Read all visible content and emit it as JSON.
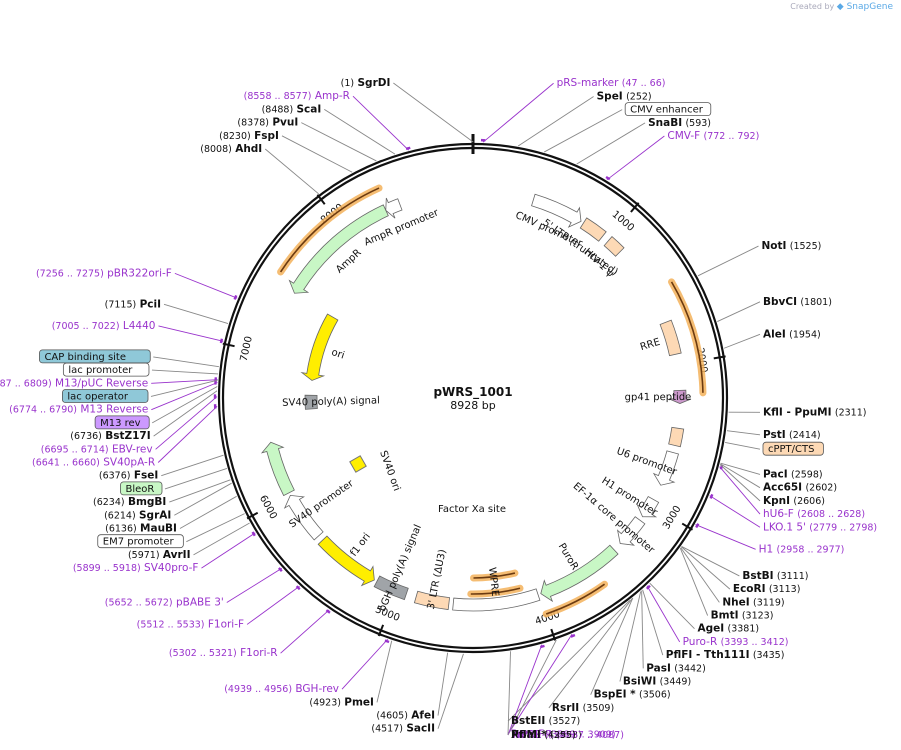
{
  "branding": {
    "created_by": "Created by",
    "app": "SnapGene"
  },
  "plasmid": {
    "name": "pWRS_1001",
    "length_label": "8928 bp",
    "length": 8928
  },
  "colors": {
    "enzyme": "#111111",
    "primer": "#9933cc",
    "backbone": "#111111",
    "promoter": "#ffffff",
    "green": "#c8f7c5",
    "yellow": "#ffee00",
    "peach": "#fdd9b5",
    "orange_hl": "#f3b25a",
    "grey": "#a0a4a8",
    "blue": "#8fc8d8",
    "purple": "#cc99ff"
  },
  "ticks": [
    {
      "bp": 1000,
      "label": "1000"
    },
    {
      "bp": 2000,
      "label": "2000"
    },
    {
      "bp": 3000,
      "label": "3000"
    },
    {
      "bp": 4000,
      "label": "4000"
    },
    {
      "bp": 5000,
      "label": "5000"
    },
    {
      "bp": 6000,
      "label": "6000"
    },
    {
      "bp": 7000,
      "label": "7000"
    },
    {
      "bp": 8000,
      "label": "8000"
    }
  ],
  "labels": [
    {
      "kind": "enzyme",
      "name": "SgrDI",
      "pos": "(1)",
      "side": "left",
      "bp": 1
    },
    {
      "kind": "primer",
      "name": "pRS-marker",
      "pos": "(47 .. 66)",
      "side": "right",
      "bp": 56
    },
    {
      "kind": "enzyme",
      "name": "SpeI",
      "pos": "(252)",
      "side": "right",
      "bp": 252
    },
    {
      "kind": "boxed",
      "name": "CMV enhancer",
      "pos": "",
      "side": "right",
      "bp": 400
    },
    {
      "kind": "enzyme",
      "name": "SnaBI",
      "pos": "(593)",
      "side": "right",
      "bp": 593
    },
    {
      "kind": "primer",
      "name": "CMV-F",
      "pos": "(772 .. 792)",
      "side": "right",
      "bp": 782
    },
    {
      "kind": "enzyme",
      "name": "NotI",
      "pos": "(1525)",
      "side": "right",
      "bp": 1525
    },
    {
      "kind": "enzyme",
      "name": "BbvCI",
      "pos": "(1801)",
      "side": "right",
      "bp": 1801
    },
    {
      "kind": "enzyme",
      "name": "AleI",
      "pos": "(1954)",
      "side": "right",
      "bp": 1954
    },
    {
      "kind": "enzyme",
      "name": "KflI  -  PpuMI",
      "pos": "(2311)",
      "side": "right",
      "bp": 2311
    },
    {
      "kind": "enzyme",
      "name": "PstI",
      "pos": "(2414)",
      "side": "right",
      "bp": 2414
    },
    {
      "kind": "boxed-peach",
      "name": "cPPT/CTS",
      "pos": "",
      "side": "right",
      "bp": 2480
    },
    {
      "kind": "enzyme",
      "name": "PacI",
      "pos": "(2598)",
      "side": "right",
      "bp": 2598
    },
    {
      "kind": "enzyme",
      "name": "Acc65I",
      "pos": "(2602)",
      "side": "right",
      "bp": 2602
    },
    {
      "kind": "enzyme",
      "name": "KpnI",
      "pos": "(2606)",
      "side": "right",
      "bp": 2606
    },
    {
      "kind": "primer",
      "name": "hU6-F",
      "pos": "(2608 .. 2628)",
      "side": "right",
      "bp": 2618
    },
    {
      "kind": "primer",
      "name": "LKO.1 5'",
      "pos": "(2779 .. 2798)",
      "side": "right",
      "bp": 2788
    },
    {
      "kind": "primer",
      "name": "H1",
      "pos": "(2958 .. 2977)",
      "side": "right",
      "bp": 2967
    },
    {
      "kind": "enzyme",
      "name": "BstBI",
      "pos": "(3111)",
      "side": "right",
      "bp": 3111
    },
    {
      "kind": "enzyme",
      "name": "EcoRI",
      "pos": "(3113)",
      "side": "right",
      "bp": 3113
    },
    {
      "kind": "enzyme",
      "name": "NheI",
      "pos": "(3119)",
      "side": "right",
      "bp": 3119
    },
    {
      "kind": "enzyme",
      "name": "BmtI",
      "pos": "(3123)",
      "side": "right",
      "bp": 3123
    },
    {
      "kind": "enzyme",
      "name": "AgeI",
      "pos": "(3381)",
      "side": "right",
      "bp": 3381
    },
    {
      "kind": "primer",
      "name": "Puro-R",
      "pos": "(3393 .. 3412)",
      "side": "right",
      "bp": 3402
    },
    {
      "kind": "enzyme",
      "name": "PflFI  -  Tth111I",
      "pos": "(3435)",
      "side": "right",
      "bp": 3435
    },
    {
      "kind": "enzyme",
      "name": "PasI",
      "pos": "(3442)",
      "side": "right",
      "bp": 3442
    },
    {
      "kind": "enzyme",
      "name": "BsiWI",
      "pos": "(3449)",
      "side": "right",
      "bp": 3449
    },
    {
      "kind": "enzyme",
      "name": "BspEI *",
      "pos": "(3506)",
      "side": "right",
      "bp": 3506
    },
    {
      "kind": "enzyme",
      "name": "RsrII",
      "pos": "(3509)",
      "side": "right",
      "bp": 3509
    },
    {
      "kind": "enzyme",
      "name": "BstEII",
      "pos": "(3527)",
      "side": "right",
      "bp": 3527
    },
    {
      "kind": "primer",
      "name": "Puro-F",
      "pos": "(3889 .. 3909)",
      "side": "right",
      "bp": 3899
    },
    {
      "kind": "enzyme",
      "name": "XbaI *",
      "pos": "(3993)",
      "side": "right",
      "bp": 3993
    },
    {
      "kind": "primer",
      "name": "WPRE-R",
      "pos": "(4067 .. 4087)",
      "side": "right",
      "bp": 4077
    },
    {
      "kind": "enzyme",
      "name": "PflMI",
      "pos": "(4255)",
      "side": "right",
      "bp": 4255
    },
    {
      "kind": "enzyme",
      "name": "SacII",
      "pos": "(4517)",
      "side": "left",
      "bp": 4517
    },
    {
      "kind": "enzyme",
      "name": "AfeI",
      "pos": "(4605)",
      "side": "left",
      "bp": 4605
    },
    {
      "kind": "enzyme",
      "name": "PmeI",
      "pos": "(4923)",
      "side": "left",
      "bp": 4923
    },
    {
      "kind": "primer",
      "name": "BGH-rev",
      "pos": "(4939 .. 4956)",
      "side": "left",
      "bp": 4947
    },
    {
      "kind": "primer",
      "name": "F1ori-R",
      "pos": "(5302 .. 5321)",
      "side": "left",
      "bp": 5311
    },
    {
      "kind": "primer",
      "name": "F1ori-F",
      "pos": "(5512 .. 5533)",
      "side": "left",
      "bp": 5522
    },
    {
      "kind": "primer",
      "name": "pBABE 3'",
      "pos": "(5652 .. 5672)",
      "side": "left",
      "bp": 5662
    },
    {
      "kind": "primer",
      "name": "SV40pro-F",
      "pos": "(5899 .. 5918)",
      "side": "left",
      "bp": 5908
    },
    {
      "kind": "enzyme",
      "name": "AvrII",
      "pos": "(5971)",
      "side": "left",
      "bp": 5971
    },
    {
      "kind": "boxed",
      "name": "EM7 promoter",
      "pos": "",
      "side": "left",
      "bp": 6030
    },
    {
      "kind": "enzyme",
      "name": "MauBI",
      "pos": "(6136)",
      "side": "left",
      "bp": 6136
    },
    {
      "kind": "enzyme",
      "name": "SgrAI",
      "pos": "(6214)",
      "side": "left",
      "bp": 6214
    },
    {
      "kind": "enzyme",
      "name": "BmgBI",
      "pos": "(6234)",
      "side": "left",
      "bp": 6234
    },
    {
      "kind": "boxed-green",
      "name": "BleoR",
      "pos": "",
      "side": "left",
      "bp": 6300
    },
    {
      "kind": "enzyme",
      "name": "FseI",
      "pos": "(6376)",
      "side": "left",
      "bp": 6376
    },
    {
      "kind": "primer",
      "name": "SV40pA-R",
      "pos": "(6641 .. 6660)",
      "side": "left",
      "bp": 6650
    },
    {
      "kind": "primer",
      "name": "EBV-rev",
      "pos": "(6695 .. 6714)",
      "side": "left",
      "bp": 6704
    },
    {
      "kind": "enzyme",
      "name": "BstZ17I",
      "pos": "(6736)",
      "side": "left",
      "bp": 6736
    },
    {
      "kind": "boxed-purple",
      "name": "M13 rev",
      "pos": "",
      "side": "left",
      "bp": 6760
    },
    {
      "kind": "primer",
      "name": "M13 Reverse",
      "pos": "(6774 .. 6790)",
      "side": "left",
      "bp": 6782
    },
    {
      "kind": "boxed-blue",
      "name": "lac operator",
      "pos": "",
      "side": "left",
      "bp": 6795
    },
    {
      "kind": "primer",
      "name": "M13/pUC Reverse",
      "pos": "(6787 .. 6809)",
      "side": "left",
      "bp": 6798
    },
    {
      "kind": "boxed",
      "name": "lac promoter",
      "pos": "",
      "side": "left",
      "bp": 6830
    },
    {
      "kind": "boxed-blue",
      "name": "CAP binding site",
      "pos": "",
      "side": "left",
      "bp": 6870
    },
    {
      "kind": "primer",
      "name": "L4440",
      "pos": "(7005 .. 7022)",
      "side": "left",
      "bp": 7013
    },
    {
      "kind": "enzyme",
      "name": "PciI",
      "pos": "(7115)",
      "side": "left",
      "bp": 7115
    },
    {
      "kind": "primer",
      "name": "pBR322ori-F",
      "pos": "(7256 .. 7275)",
      "side": "left",
      "bp": 7265
    },
    {
      "kind": "enzyme",
      "name": "AhdI",
      "pos": "(8008)",
      "side": "left",
      "bp": 8008
    },
    {
      "kind": "enzyme",
      "name": "FspI",
      "pos": "(8230)",
      "side": "left",
      "bp": 8230
    },
    {
      "kind": "enzyme",
      "name": "PvuI",
      "pos": "(8378)",
      "side": "left",
      "bp": 8378
    },
    {
      "kind": "enzyme",
      "name": "ScaI",
      "pos": "(8488)",
      "side": "left",
      "bp": 8488
    },
    {
      "kind": "primer",
      "name": "Amp-R",
      "pos": "(8558 .. 8577)",
      "side": "left",
      "bp": 8567
    }
  ],
  "features": [
    {
      "name": "AmpR",
      "label": "AmpR",
      "start": 7450,
      "end": 8310,
      "dir": -1,
      "fill": "#c8f7c5",
      "track": "outer"
    },
    {
      "name": "AmpR promoter",
      "label": "AmpR promoter",
      "start": 8310,
      "end": 8415,
      "dir": -1,
      "fill": "#ffffff",
      "track": "outer"
    },
    {
      "name": "ori",
      "label": "ori",
      "start": 6850,
      "end": 7440,
      "dir": -1,
      "fill": "#ffee00",
      "track": "inner"
    },
    {
      "name": "SV40 poly(A) signal",
      "label": "SV40 poly(A) signal",
      "start": 6600,
      "end": 6720,
      "dir": 0,
      "fill": "#a0a4a8",
      "track": "inner"
    },
    {
      "name": "CMV promoter",
      "label": "CMV promoter",
      "start": 420,
      "end": 780,
      "dir": 1,
      "fill": "#ffffff",
      "track": "outer"
    },
    {
      "name": "5' LTR (truncated)",
      "label": "5' LTR (truncated)",
      "start": 800,
      "end": 960,
      "dir": 0,
      "fill": "#fdd9b5",
      "track": "outer"
    },
    {
      "name": "HIV-1 psi",
      "label": "HIV-1 ψ",
      "start": 1010,
      "end": 1120,
      "dir": 0,
      "fill": "#fdd9b5",
      "track": "outer"
    },
    {
      "name": "RRE",
      "label": "RRE",
      "start": 1700,
      "end": 1930,
      "dir": 0,
      "fill": "#fdd9b5",
      "track": "outer"
    },
    {
      "name": "gp41 peptide",
      "label": "gp41 peptide",
      "start": 2180,
      "end": 2270,
      "dir": 1,
      "fill": "#cc99cc",
      "track": "outer"
    },
    {
      "name": "cPPT/CTS",
      "label": "",
      "start": 2440,
      "end": 2560,
      "dir": 0,
      "fill": "#fdd9b5",
      "track": "outer"
    },
    {
      "name": "U6 promoter",
      "label": "U6 promoter",
      "start": 2610,
      "end": 2850,
      "dir": 1,
      "fill": "#ffffff",
      "track": "outer"
    },
    {
      "name": "H1 promoter",
      "label": "H1 promoter",
      "start": 2960,
      "end": 3100,
      "dir": 1,
      "fill": "#ffffff",
      "track": "outer"
    },
    {
      "name": "EF-1a core promoter",
      "label": "EF-1α core promoter",
      "start": 3130,
      "end": 3340,
      "dir": 1,
      "fill": "#ffffff",
      "track": "outer"
    },
    {
      "name": "PuroR",
      "label": "PuroR",
      "start": 3400,
      "end": 3990,
      "dir": 1,
      "fill": "#c8f7c5",
      "track": "outer"
    },
    {
      "name": "WPRE",
      "label": "WPRE",
      "start": 4010,
      "end": 4600,
      "dir": 0,
      "fill": "#ffffff",
      "track": "outer"
    },
    {
      "name": "3' LTR (dU3)",
      "label": "3' LTR (ΔU3)",
      "start": 4630,
      "end": 4860,
      "dir": 0,
      "fill": "#fdd9b5",
      "track": "outer"
    },
    {
      "name": "bGH poly(A) signal",
      "label": "bGH poly(A) signal",
      "start": 4930,
      "end": 5150,
      "dir": 0,
      "fill": "#a0a4a8",
      "track": "outer"
    },
    {
      "name": "f1 ori",
      "label": "f1 ori",
      "start": 5170,
      "end": 5620,
      "dir": -1,
      "fill": "#ffee00",
      "track": "outer"
    },
    {
      "name": "SV40 promoter",
      "label": "SV40 promoter",
      "start": 5660,
      "end": 6000,
      "dir": 1,
      "fill": "#ffffff",
      "track": "outer"
    },
    {
      "name": "BleoR",
      "label": "",
      "start": 6020,
      "end": 6390,
      "dir": 1,
      "fill": "#c8f7c5",
      "track": "outer"
    },
    {
      "name": "SV40 ori",
      "label": "SV40 ori",
      "start": 5830,
      "end": 5930,
      "dir": 0,
      "fill": "#ffee00",
      "track": "center"
    },
    {
      "name": "Factor Xa site",
      "label": "Factor Xa site",
      "start": 0,
      "end": 0,
      "dir": 0,
      "fill": "none",
      "track": "center"
    }
  ],
  "highlight_arcs": [
    {
      "name": "hl-ampr",
      "start": 7520,
      "end": 8330
    },
    {
      "name": "hl-rre-2000",
      "start": 1480,
      "end": 2200
    },
    {
      "name": "hl-puror",
      "start": 3590,
      "end": 4000
    },
    {
      "name": "hl-wpre-a",
      "start": 4120,
      "end": 4480
    },
    {
      "name": "hl-wpre-b",
      "start": 4130,
      "end": 4460
    }
  ]
}
